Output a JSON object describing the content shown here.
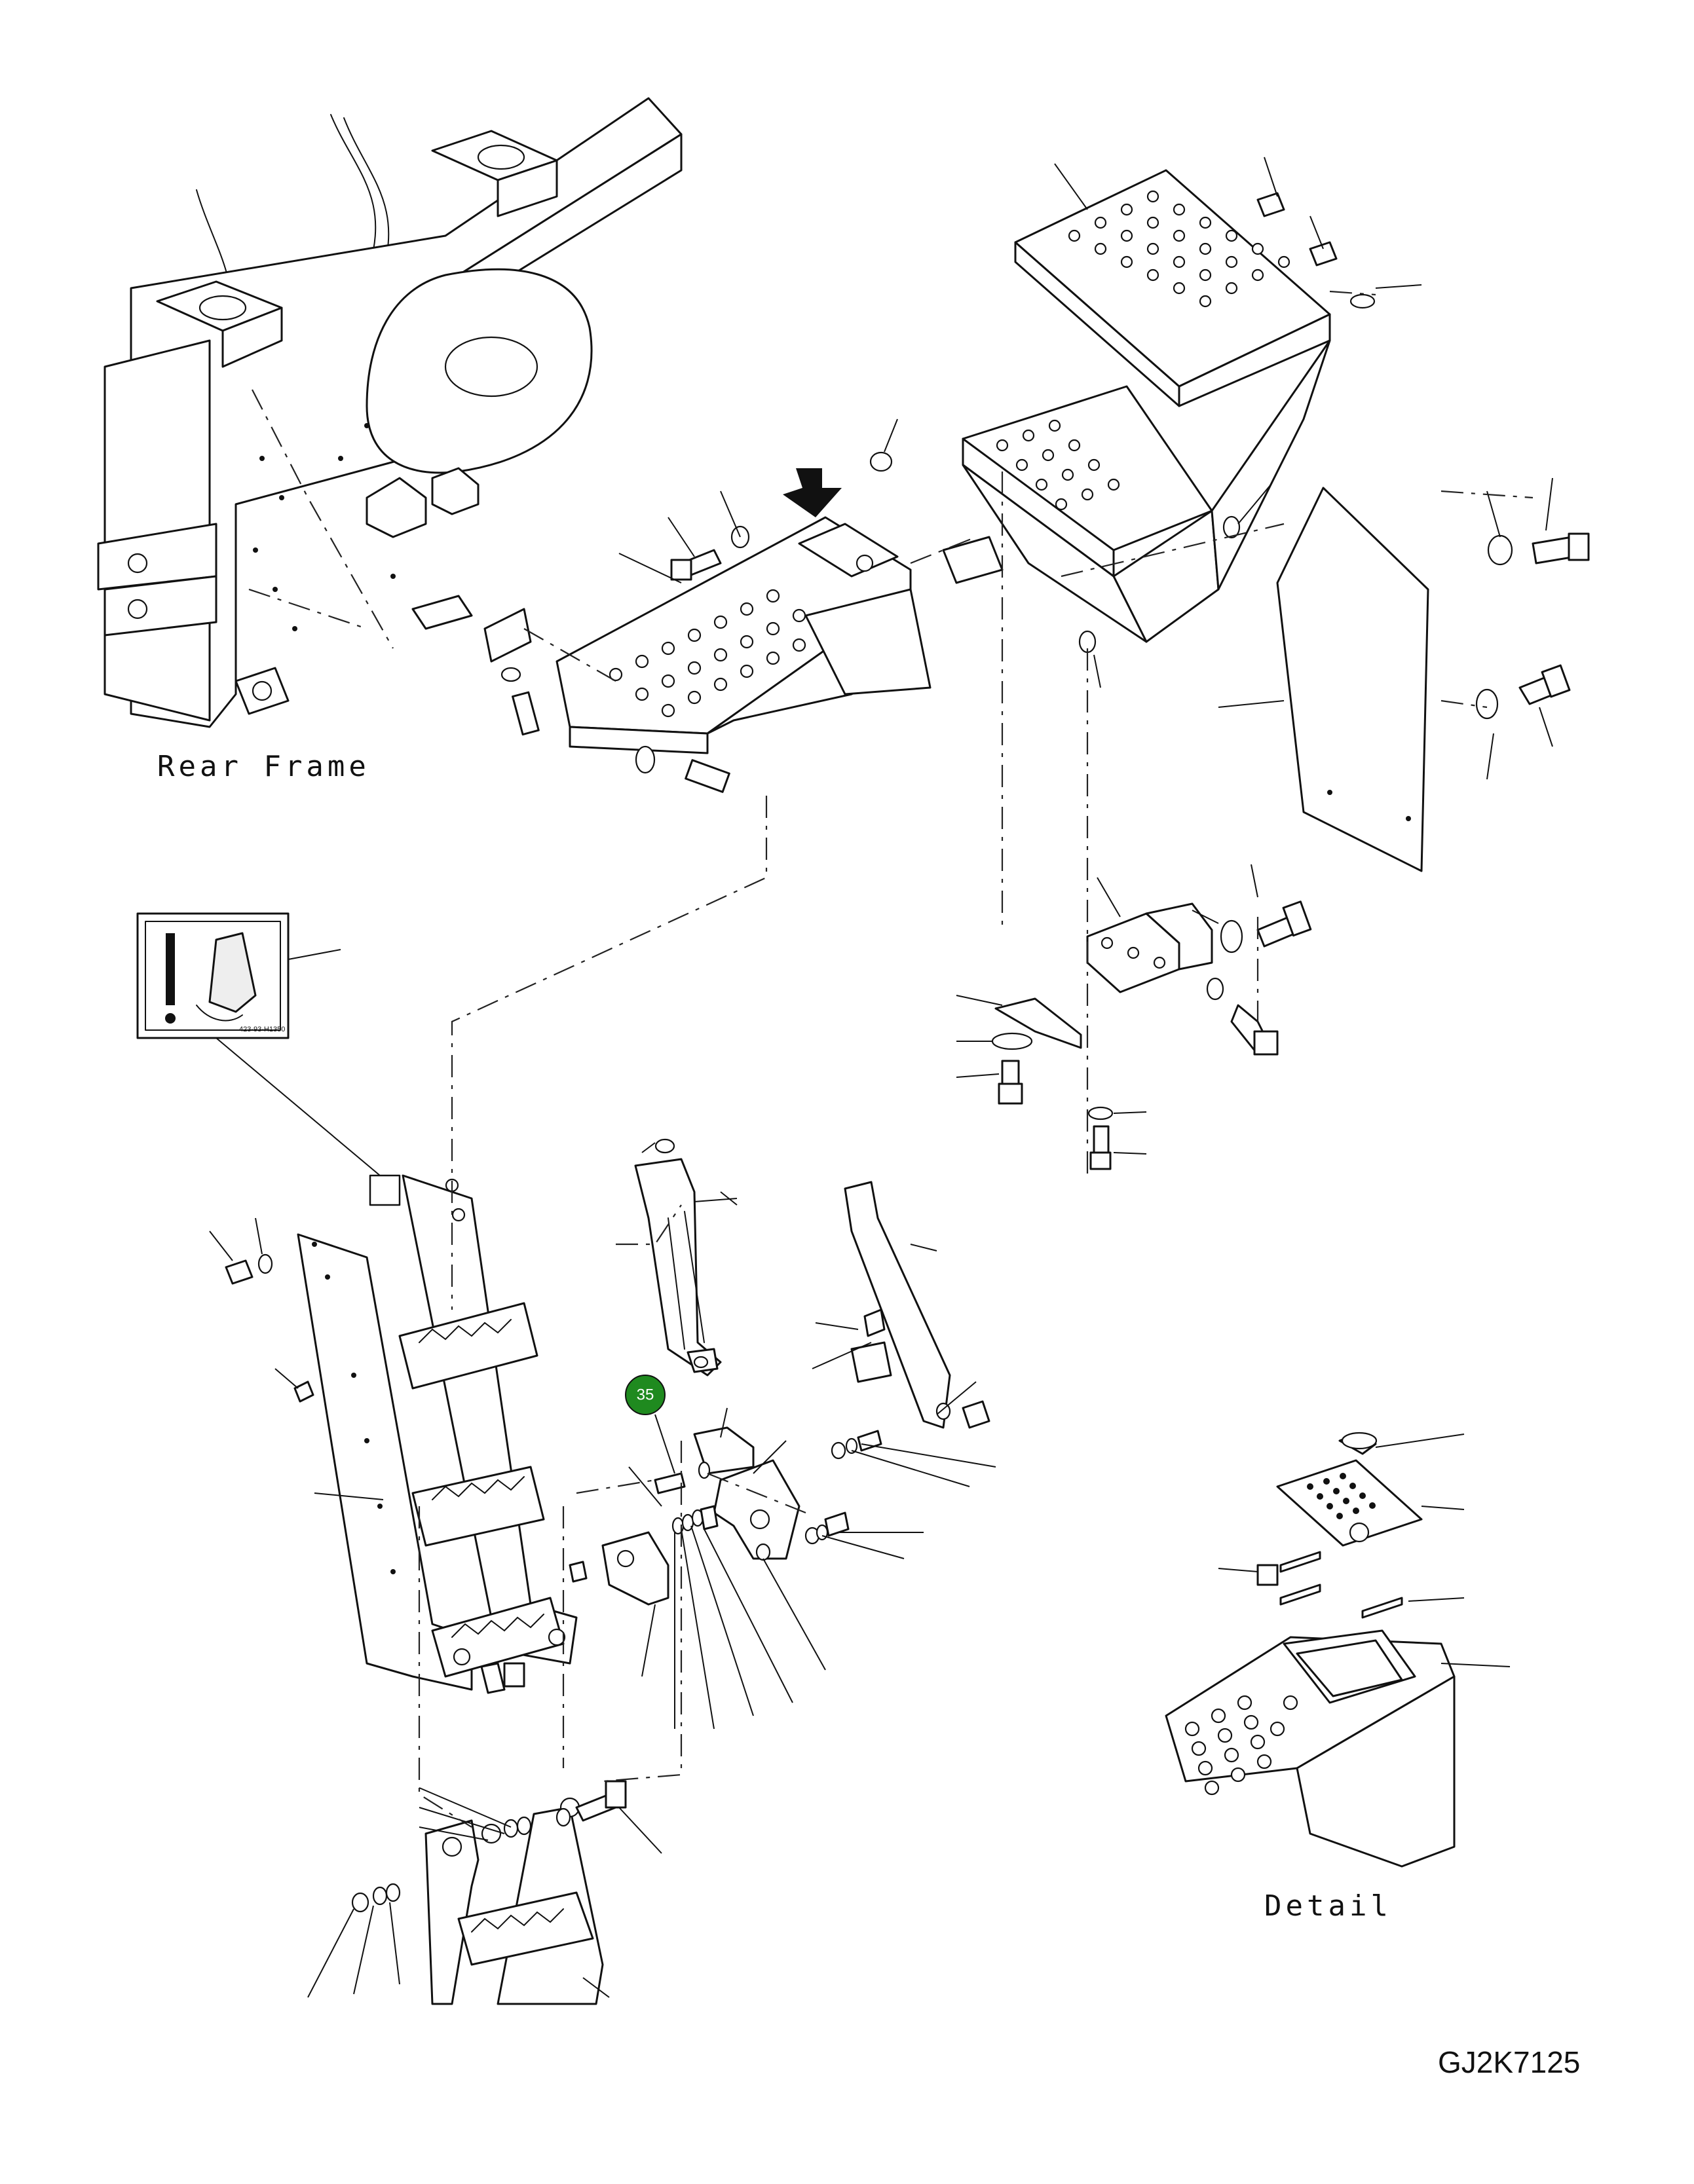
{
  "labels": {
    "rear_frame": "Rear Frame",
    "detail": "Detail",
    "drawing_code": "GJ2K7125"
  },
  "callouts": [
    {
      "number": "35",
      "color": "#1f8a1f"
    }
  ],
  "warning_label": {
    "text": "423-93-H1350"
  }
}
